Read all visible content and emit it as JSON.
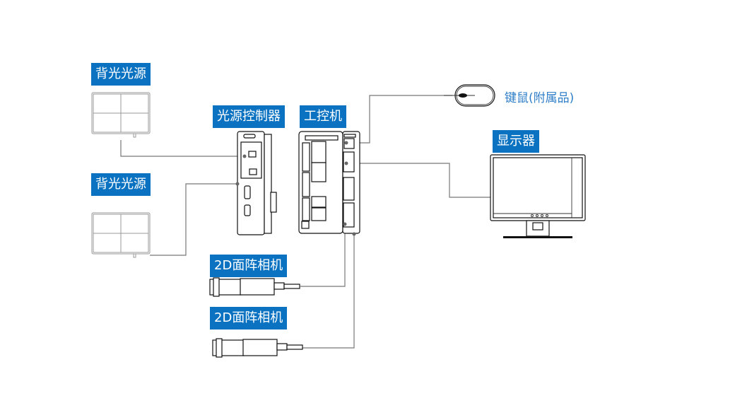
{
  "labels": {
    "backlight_1": "背光光源",
    "backlight_2": "背光光源",
    "light_controller": "光源控制器",
    "ipc": "工控机",
    "keyboard_mouse": "键鼠(附属品)",
    "monitor": "显示器",
    "camera_1": "2D面阵相机",
    "camera_2": "2D面阵相机"
  },
  "colors": {
    "label_bg": "#0a72c1",
    "label_text": "#ffffff",
    "accessory_text": "#2f7fc8",
    "wire": "#777777"
  },
  "connections": [
    {
      "from": "backlight_1",
      "to": "light_controller"
    },
    {
      "from": "backlight_2",
      "to": "light_controller"
    },
    {
      "from": "ipc",
      "to": "keyboard_mouse"
    },
    {
      "from": "ipc",
      "to": "monitor"
    },
    {
      "from": "ipc",
      "to": "camera_1"
    },
    {
      "from": "ipc",
      "to": "camera_2"
    }
  ]
}
